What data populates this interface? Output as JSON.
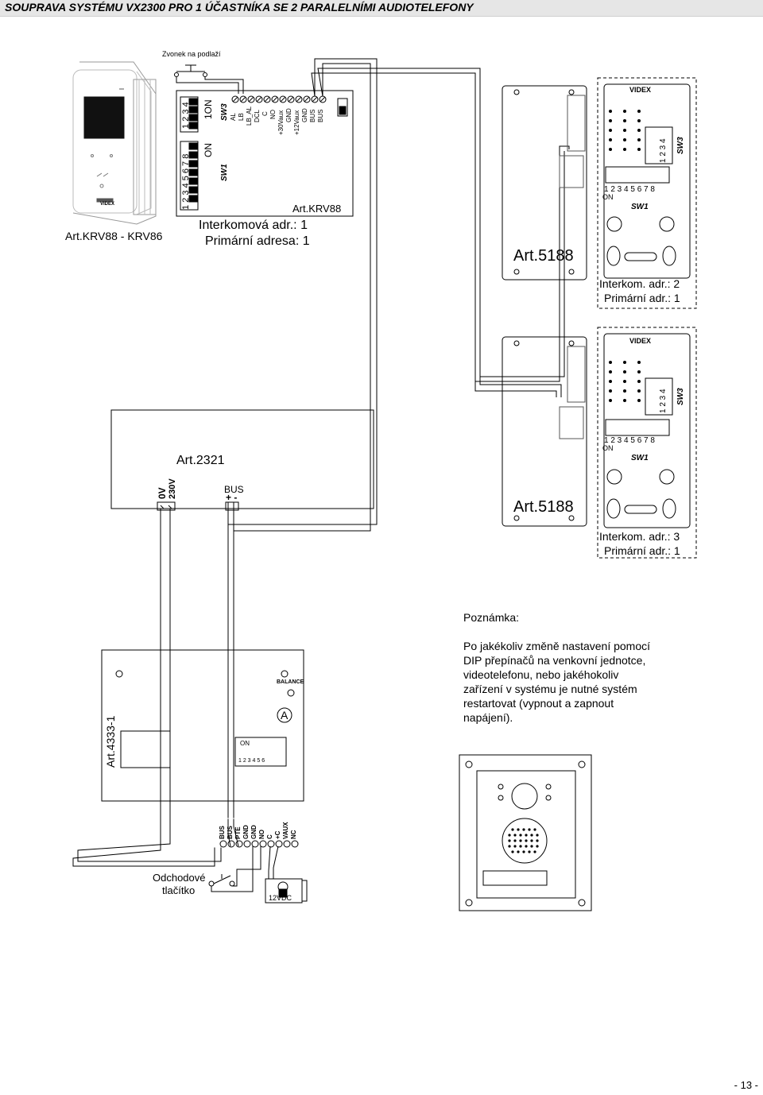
{
  "header": {
    "title": "SOUPRAVA SYSTÉMU VX2300 PRO 1 ÚČASTNÍKA SE 2 PARALELNÍMI AUDIOTELEFONY"
  },
  "doorbell": {
    "label": "Zvonek na podlaží"
  },
  "monitor": {
    "model_label": "Art.KRV88 - KRV86",
    "brand": "VIDEX"
  },
  "krv88_board": {
    "art_label": "Art.KRV88",
    "sw3_label": "SW3",
    "sw1_label": "SW1",
    "on_label": "ON",
    "sw3_on_label": "1ON",
    "sw3_numbers": "1 2 3 4",
    "sw1_numbers": "1 2 3 4 5 6 7 8",
    "terminals": [
      "AL",
      "LB",
      "LB_AL",
      "DCL",
      "C",
      "NO",
      "+30Vaux",
      "GND",
      "+12Vaux",
      "GND",
      "BUS",
      "BUS"
    ],
    "intercom_addr": "Interkomová adr.: 1",
    "primary_addr": "Primární adresa: 1"
  },
  "handset1": {
    "art_label": "Art.5188",
    "brand": "VIDEX",
    "sw1_label": "SW1",
    "sw3_label": "SW3",
    "sw1_numbers": "1  2  3  4  5  6  7  8",
    "sw3_numbers": "1  2  3  4",
    "on_label": "ON",
    "intercom_addr": "Interkom. adr.: 2",
    "primary_addr": "Primární adr.: 1"
  },
  "handset2": {
    "art_label": "Art.5188",
    "brand": "VIDEX",
    "sw1_label": "SW1",
    "sw3_label": "SW3",
    "sw1_numbers": "1  2  3  4  5  6  7  8",
    "sw3_numbers": "1  2  3  4",
    "on_label": "ON",
    "intercom_addr": "Interkom. adr.: 3",
    "primary_addr": "Primární adr.: 1"
  },
  "power_supply": {
    "art_label": "Art.2321",
    "label_0v": "0V",
    "label_230v": "230V",
    "bus_label": "BUS",
    "polarity": "+ -"
  },
  "door_panel_module": {
    "art_label": "Art.4333-1",
    "balance_label": "BALANCE",
    "a_label": "A",
    "dip_on_label": "ON",
    "dip_numbers": "1 2 3 4 5 6",
    "terminals": [
      "BUS",
      "BUS",
      "PTE",
      "GND",
      "GND",
      "NO",
      "C",
      "+C",
      "VAUX",
      "NC"
    ]
  },
  "exit_button": {
    "label_line1": "Odchodové",
    "label_line2": "tlačítko"
  },
  "lock": {
    "label": "12VDC"
  },
  "note": {
    "title": "Poznámka:",
    "lines": [
      "Po jakékoliv změně nastavení pomocí",
      "DIP přepínačů na venkovní jednotce,",
      "videotelefonu, nebo jakéhokoliv",
      "zařízení v systému je nutné systém",
      "restartovat (vypnout a zapnout",
      "napájení)."
    ]
  },
  "page_number": "- 13 -"
}
